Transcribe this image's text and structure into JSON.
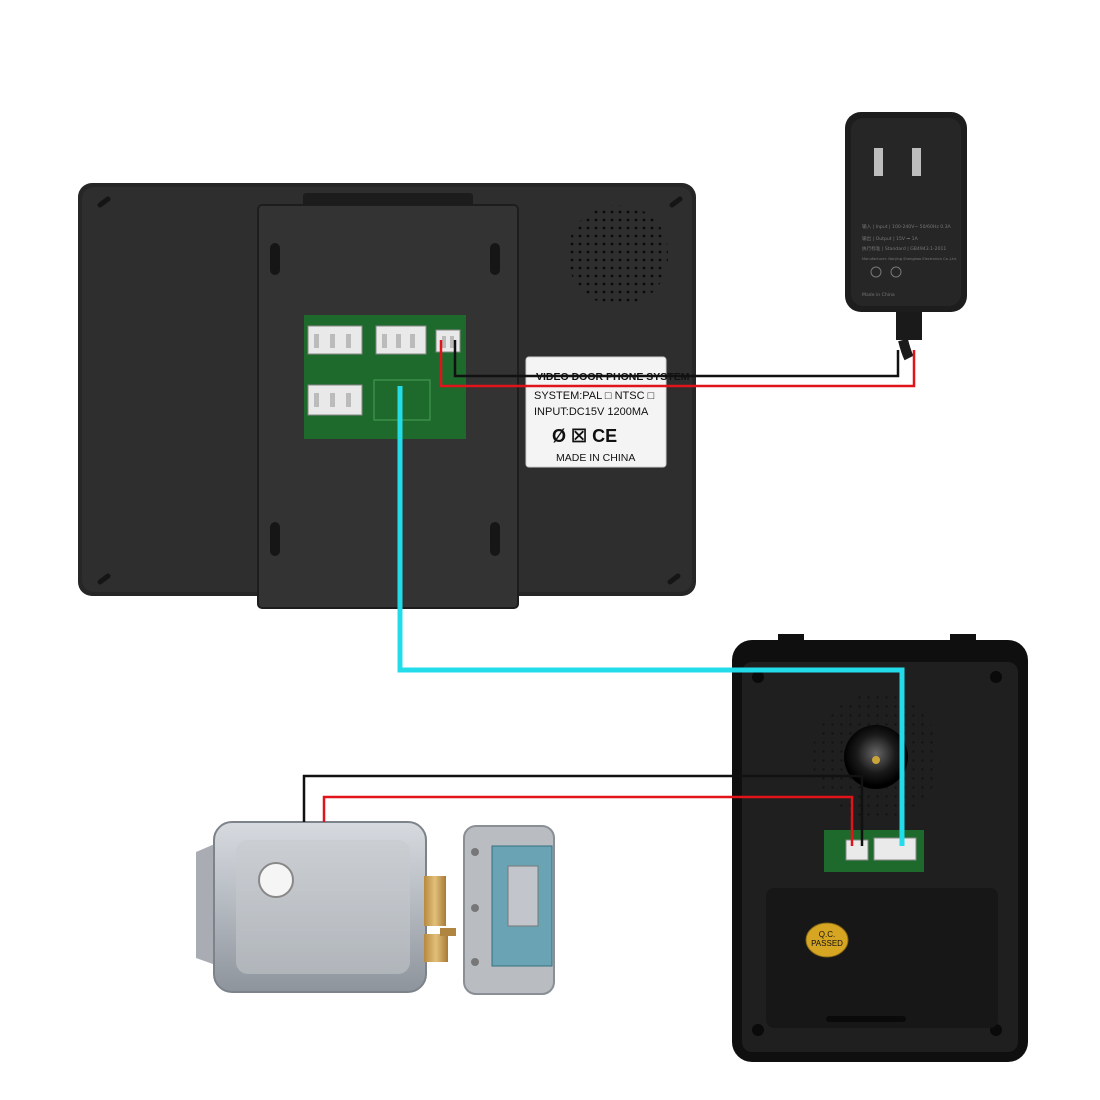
{
  "monitor": {
    "label": {
      "title": "VIDEO DOOR PHONE SYSTEM",
      "system_line": "SYSTEM:PAL □ NTSC □",
      "input_line": "INPUT:DC15V   1200MA",
      "marks": "Ø  ☒  CE",
      "origin": "MADE IN CHINA"
    }
  },
  "adapter": {
    "line1": "输入 | Input | 100-240V~ 50/60Hz 0.3A",
    "line2": "输出 | Output | 15V ⎓ 1A",
    "line3": "执行标准 | Standard | GB4943.1-2011",
    "line4": "Manufacturer: Nanjing Shengbao Electronics Co.,Ltd.",
    "line5": "Made in China"
  },
  "outdoor_unit": {
    "sticker_line1": "Q.C.",
    "sticker_line2": "PASSED"
  },
  "wires": {
    "video_color": "#22dcea",
    "positive_color": "#e0141a",
    "negative_color": "#111111"
  }
}
